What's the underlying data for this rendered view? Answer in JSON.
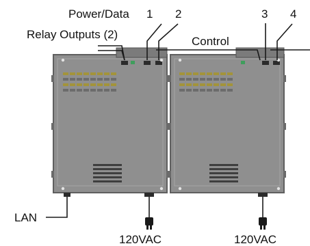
{
  "labels": {
    "power_data": "Power/Data",
    "port_1": "1",
    "port_2": "2",
    "port_3": "3",
    "port_4": "4",
    "relay_outputs": "Relay Outputs (2)",
    "control": "Control",
    "lan": "LAN",
    "power_left": "120VAC",
    "power_right": "120VAC"
  },
  "colors": {
    "enclosure_body": "#8f8f8f",
    "enclosure_edge": "#5f5f5f",
    "vent_slot": "#a3943a",
    "vent_slot_alt": "#6c6c6c",
    "connector": "#2b2b2b",
    "status_led": "#3f9e5c",
    "line": "#1a1a1a"
  },
  "icons": {
    "left_enclosure": "enclosure-box",
    "right_enclosure": "enclosure-box",
    "left_plug": "power-plug-icon",
    "right_plug": "power-plug-icon"
  }
}
